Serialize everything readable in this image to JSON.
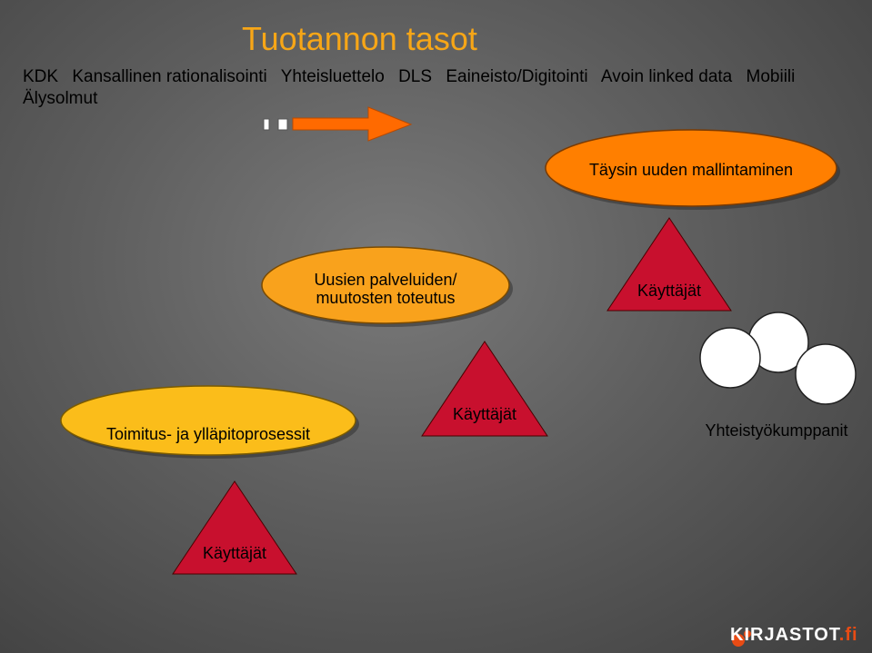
{
  "title": "Tuotannon tasot",
  "keywords": [
    "KDK",
    "Kansallinen rationalisointi",
    "Yhteisluettelo",
    "DLS",
    "Eaineisto/Digitointi",
    "Avoin linked data",
    "Mobiili",
    "Älysolmut"
  ],
  "nodes": {
    "top_ellipse": "Täysin uuden mallintaminen",
    "middle_ellipse_line1": "Uusien palveluiden/",
    "middle_ellipse_line2": "muutosten toteutus",
    "bottom_ellipse": "Toimitus- ja ylläpitoprosessit",
    "triangle_right": "Käyttäjät",
    "triangle_middle": "Käyttäjät",
    "triangle_bottom": "Käyttäjät",
    "partners": "Yhteistyökumppanit"
  },
  "logo": {
    "brand": "KIRJASTOT",
    "suffix": ".fi"
  },
  "colors": {
    "title": "#f7a617",
    "ellipse_top": "#ff7f00",
    "ellipse_mid": "#f9a21c",
    "ellipse_bottom": "#fbbd1a",
    "triangle": "#c8102e",
    "arrow": "#ff6a00"
  }
}
